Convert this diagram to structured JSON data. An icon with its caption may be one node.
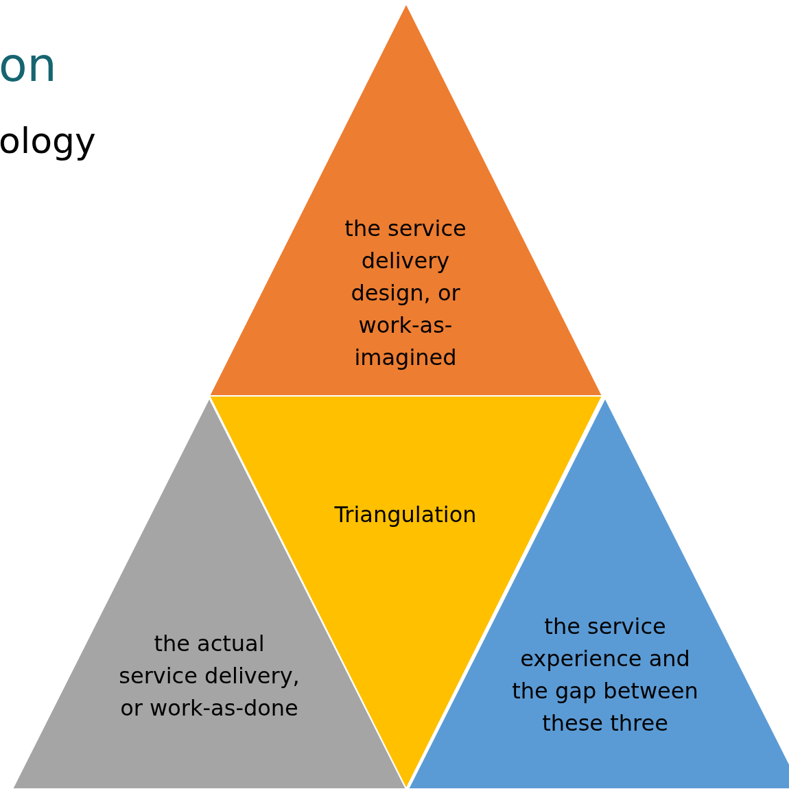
{
  "diagram": {
    "nodes": [
      {
        "text": [
          "the service delivery design, or work-as-imagined"
        ]
      },
      {
        "text": [
          "Triangulation"
        ]
      },
      {
        "text": [
          "the actual service delivery, or work-as-done"
        ]
      },
      {
        "text": [
          "the service experience and the gap between these three"
        ]
      }
    ],
    "labels": [
      "on",
      "ology"
    ]
  }
}
